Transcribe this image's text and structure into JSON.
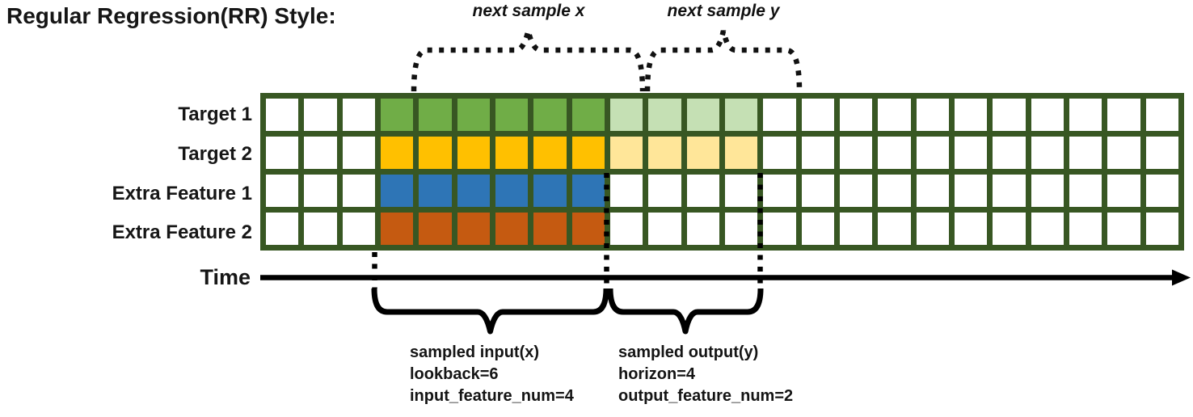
{
  "title": "Regular Regression(RR) Style:",
  "top_annotations": {
    "next_sample_x": "next sample x",
    "next_sample_y": "next sample y"
  },
  "time_axis": {
    "label": "Time"
  },
  "grid": {
    "columns": 24,
    "leading_empty_cells": 3,
    "lookback_cells": 6,
    "horizon_cells": 4,
    "trailing_empty_cells": 11,
    "empty_color": "#FFFFFF",
    "border_color": "#385723",
    "rows": [
      {
        "label": "Target 1",
        "kind": "target",
        "input_color": "#70AD47",
        "output_color": "#C5E0B4"
      },
      {
        "label": "Target 2",
        "kind": "target",
        "input_color": "#FFC000",
        "output_color": "#FFE699"
      },
      {
        "label": "Extra Feature 1",
        "kind": "extra",
        "input_color": "#2E75B6",
        "output_color": "#FFFFFF"
      },
      {
        "label": "Extra Feature 2",
        "kind": "extra",
        "input_color": "#C55A11",
        "output_color": "#FFFFFF"
      }
    ]
  },
  "bottom_annotations": {
    "input": {
      "lines": [
        "sampled input(x)",
        "lookback=6",
        "input_feature_num=4"
      ]
    },
    "output": {
      "lines": [
        "sampled output(y)",
        "horizon=4",
        "output_feature_num=2"
      ]
    }
  }
}
